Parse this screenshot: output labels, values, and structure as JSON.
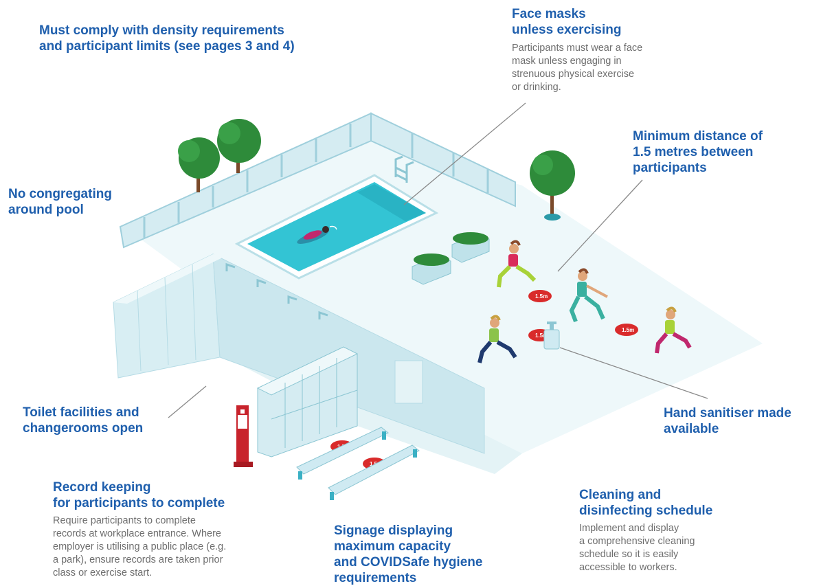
{
  "callouts": {
    "density": {
      "title": [
        "Must comply with density requirements",
        "and participant limits (see pages 3 and 4)"
      ]
    },
    "masks": {
      "title": [
        "Face masks",
        "unless exercising"
      ],
      "description": [
        "Participants must wear a face",
        "mask unless engaging in",
        "strenuous physical exercise",
        "or drinking."
      ]
    },
    "distance": {
      "title": [
        "Minimum distance of",
        "1.5 metres between",
        "participants"
      ]
    },
    "congregating": {
      "title": [
        "No congregating",
        "around pool"
      ]
    },
    "toilets": {
      "title": [
        "Toilet facilities and",
        "changerooms open"
      ]
    },
    "sanitiser": {
      "title": [
        "Hand sanitiser made",
        "available"
      ]
    },
    "records": {
      "title": [
        "Record keeping",
        "for participants to complete"
      ],
      "description": [
        "Require participants to complete",
        "records at workplace entrance. Where",
        "employer is utilising a public place (e.g.",
        "a park), ensure records are taken prior",
        "class or exercise start."
      ]
    },
    "signage": {
      "title": [
        "Signage displaying",
        "maximum capacity",
        "and COVIDSafe hygiene",
        "requirements"
      ]
    },
    "cleaning": {
      "title": [
        "Cleaning and",
        "disinfecting schedule"
      ],
      "description": [
        "Implement and display",
        "a comprehensive cleaning",
        "schedule so it is easily",
        "accessible to workers."
      ]
    }
  },
  "distance_marker_label": "1.5m",
  "colors": {
    "heading_blue": "#1f5fad",
    "body_grey": "#6e6e6e",
    "pool_water": "#33c4d4",
    "deck": "#eef8fa",
    "wall": "#d8eef3",
    "marker_red": "#d92b2b",
    "tree_green": "#2e8b3a"
  },
  "icons": [
    "tree-icon",
    "swimmer-icon",
    "lunging-person-icon",
    "sanitiser-bottle-icon",
    "sanitiser-stand-icon",
    "locker-icon",
    "bench-icon",
    "shower-icon"
  ]
}
